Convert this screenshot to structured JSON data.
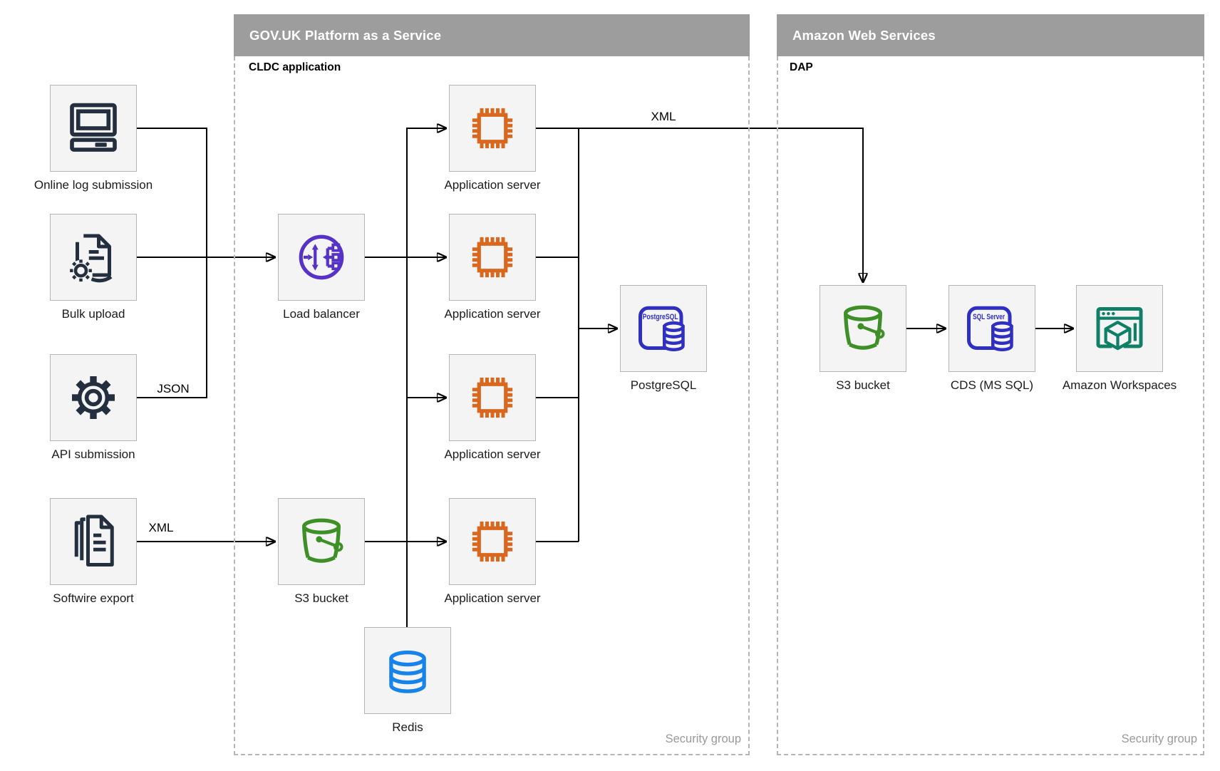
{
  "containers": {
    "paas": {
      "title": "GOV.UK Platform as a Service",
      "sublabel": "CLDC application",
      "footer": "Security group"
    },
    "aws": {
      "title": "Amazon Web Services",
      "sublabel": "DAP",
      "footer": "Security group"
    }
  },
  "edge_labels": {
    "api_to_junction": "JSON",
    "softwire_to_s3": "XML",
    "app_to_aws": "XML"
  },
  "nodes": {
    "online_log": {
      "label": "Online log submission"
    },
    "bulk_upload": {
      "label": "Bulk upload"
    },
    "api_submission": {
      "label": "API submission"
    },
    "softwire_export": {
      "label": "Softwire export"
    },
    "load_balancer": {
      "label": "Load balancer"
    },
    "app_server_1": {
      "label": "Application server"
    },
    "app_server_2": {
      "label": "Application server"
    },
    "app_server_3": {
      "label": "Application server"
    },
    "app_server_4": {
      "label": "Application server"
    },
    "postgresql": {
      "label": "PostgreSQL",
      "icon_text": "PostgreSQL"
    },
    "s3_paas": {
      "label": "S3 bucket"
    },
    "redis": {
      "label": "Redis"
    },
    "s3_aws": {
      "label": "S3 bucket"
    },
    "cds": {
      "label": "CDS (MS SQL)",
      "icon_text": "SQL Server"
    },
    "workspaces": {
      "label": "Amazon Workspaces"
    }
  },
  "colors": {
    "header_gray": "#9d9d9d",
    "box_fill": "#f4f4f4",
    "box_border": "#b5b5b5",
    "navy": "#232f3e",
    "orange": "#d9671e",
    "purple": "#5633c6",
    "indigo": "#2f2fc1",
    "green": "#3f8f28",
    "azure": "#1583e9",
    "teal": "#0f8066",
    "line_black": "#000000",
    "muted_gray": "#999999"
  }
}
